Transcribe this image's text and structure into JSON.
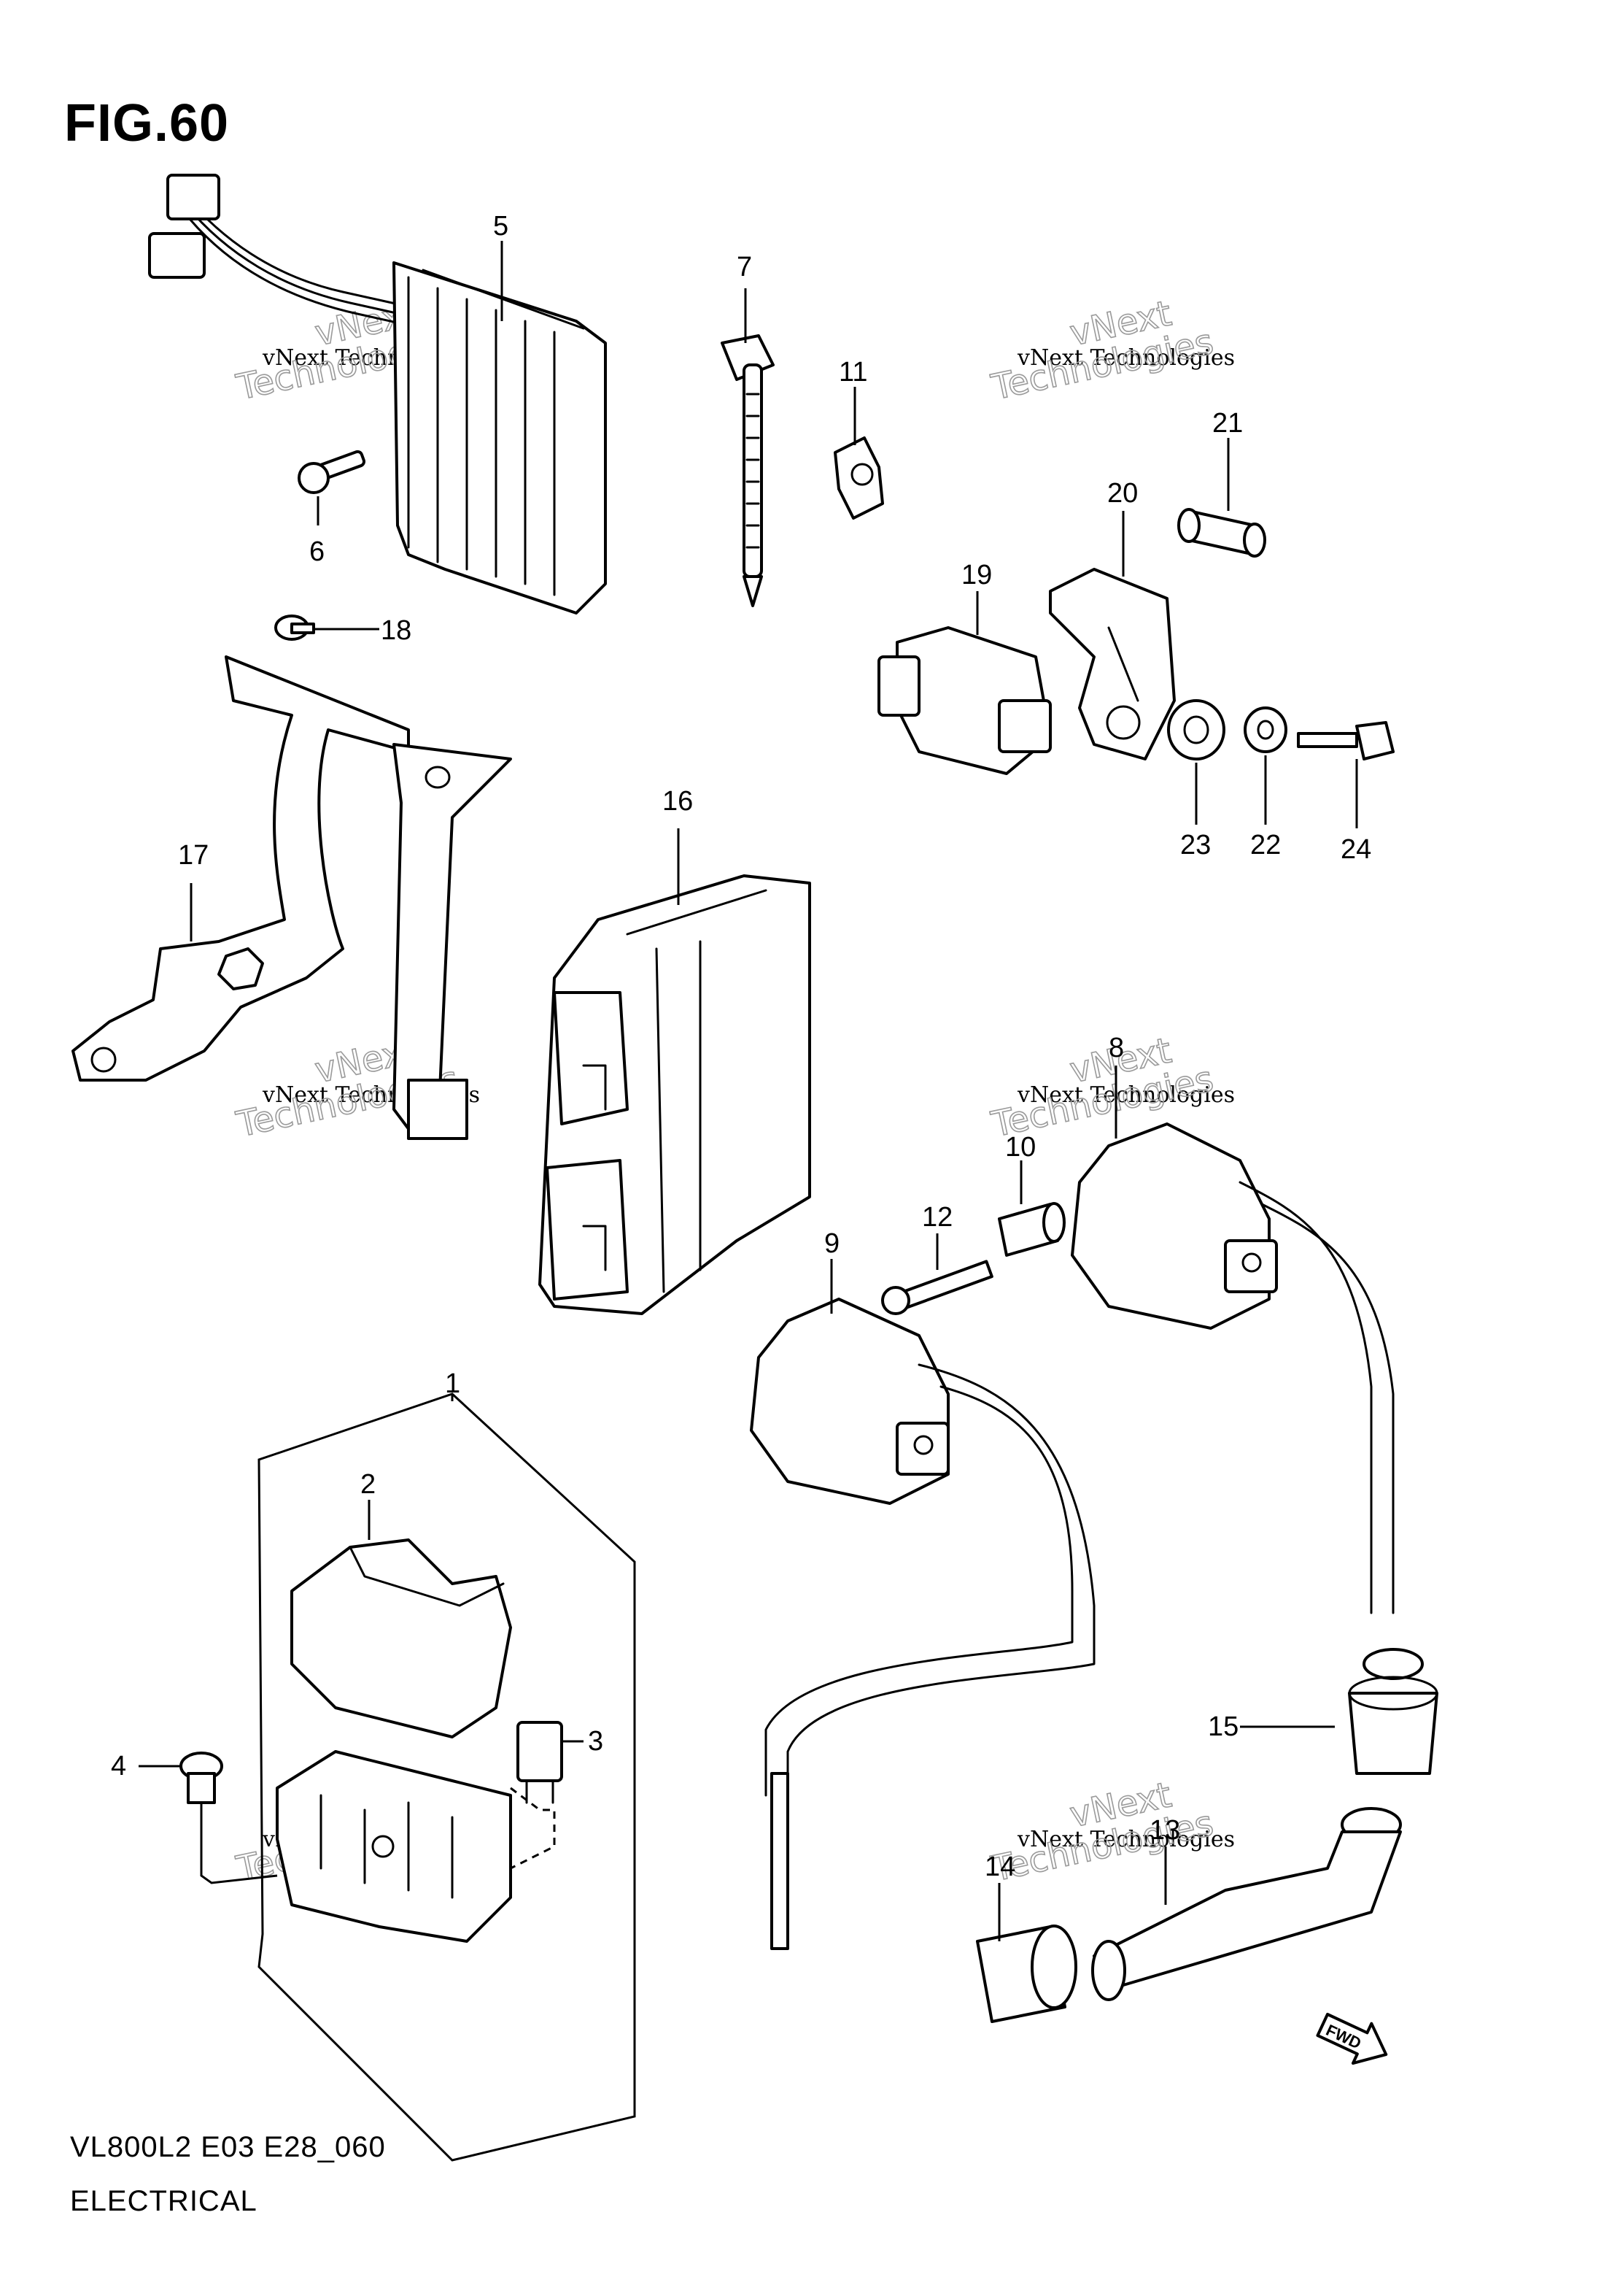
{
  "figure": {
    "title": "FIG.60",
    "model_code": "VL800L2 E03 E28_060",
    "section_name": "ELECTRICAL"
  },
  "callouts": [
    {
      "id": "c1",
      "label": "1"
    },
    {
      "id": "c2",
      "label": "2"
    },
    {
      "id": "c3",
      "label": "3"
    },
    {
      "id": "c4",
      "label": "4"
    },
    {
      "id": "c5",
      "label": "5"
    },
    {
      "id": "c6",
      "label": "6"
    },
    {
      "id": "c7",
      "label": "7"
    },
    {
      "id": "c8",
      "label": "8"
    },
    {
      "id": "c9",
      "label": "9"
    },
    {
      "id": "c10",
      "label": "10"
    },
    {
      "id": "c11",
      "label": "11"
    },
    {
      "id": "c12",
      "label": "12"
    },
    {
      "id": "c13",
      "label": "13"
    },
    {
      "id": "c14",
      "label": "14"
    },
    {
      "id": "c15",
      "label": "15"
    },
    {
      "id": "c16",
      "label": "16"
    },
    {
      "id": "c17",
      "label": "17"
    },
    {
      "id": "c18",
      "label": "18"
    },
    {
      "id": "c19",
      "label": "19"
    },
    {
      "id": "c20",
      "label": "20"
    },
    {
      "id": "c21",
      "label": "21"
    },
    {
      "id": "c22",
      "label": "22"
    },
    {
      "id": "c23",
      "label": "23"
    },
    {
      "id": "c24",
      "label": "24"
    }
  ],
  "watermark": {
    "line1": "vNext Technologies",
    "word1": "vNext",
    "word2": "Technologies"
  },
  "direction_marker": "FWD"
}
